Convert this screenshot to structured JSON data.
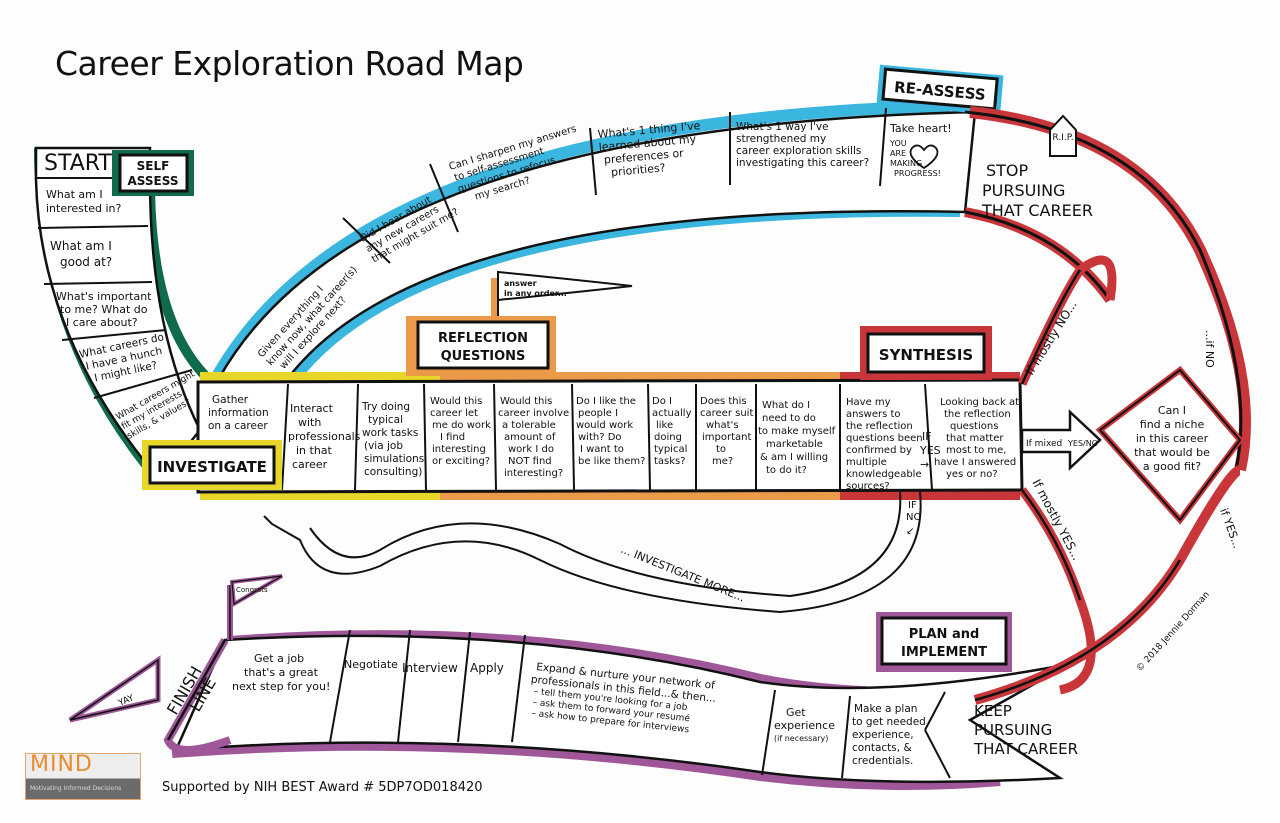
{
  "title": "Career Exploration Road Map",
  "colors": {
    "self_assess": "#0f6b4a",
    "reassess": "#3bb6df",
    "investigate": "#e8d62a",
    "reflection": "#ea9a49",
    "synthesis": "#c8363a",
    "plan": "#a0579a",
    "ink": "#111111"
  },
  "signs": {
    "self_assess": "SELF ASSESS",
    "reassess": "RE-ASSESS",
    "investigate": "INVESTIGATE",
    "reflection": "REFLECTION QUESTIONS",
    "synthesis": "SYNTHESIS",
    "plan": "PLAN and IMPLEMENT",
    "rip": "R.I.P."
  },
  "flags": {
    "reflection": "answer in any order...",
    "congrats": "Congrats",
    "yay": "YAY"
  },
  "self_assess": {
    "start": "START",
    "steps": [
      "What am I interested in?",
      "What am I good at?",
      "What's important to me? What do I care about?",
      "What careers do I have a hunch I might like?",
      "What careers might fit my interests, skills, & values?"
    ]
  },
  "reassess": {
    "steps": [
      "Given everything I know now, what career(s) will I explore next?",
      "Did I hear about any new careers that might suit me?",
      "Can I sharpen my answers to self-assessment questions to refocus my search?",
      "What's 1 thing I've learned about my preferences or priorities?",
      "What's 1 way I've strengthened my career exploration skills investigating this career?",
      "Take heart! You ARE MAKING PROGRESS!"
    ],
    "stop": "STOP PURSUING THAT CAREER"
  },
  "investigate": {
    "steps": [
      "Gather information on a career",
      "Interact with professionals in that career",
      "Try doing typical work tasks (via job simulations, consulting)"
    ]
  },
  "reflection": {
    "steps": [
      "Would this career let me do work I find interesting or exciting?",
      "Would this career involve a tolerable amount of work I do NOT find interesting?",
      "Do I like the people I would work with? Do I want to be like them?",
      "Do I actually like doing typical tasks?",
      "Does this career suit what's important to me?",
      "What do I need to do to make myself marketable & am I willing to do it?"
    ]
  },
  "synthesis": {
    "steps": [
      "Have my answers to the reflection questions been confirmed by multiple knowledgeable sources?",
      "Looking back at the reflection questions that matter most to me, have I answered yes or no?"
    ],
    "if_yes": "IF YES",
    "if_no": "IF NO",
    "if_mostly_no": "If mostly NO...",
    "if_mostly_yes": "If mostly YES...",
    "if_mixed": "If mixed",
    "yes_no": "YES/NO",
    "niche": "Can I find a niche in this career that would be a good fit?",
    "niche_no": "...if NO",
    "niche_yes": "if YES..."
  },
  "investigate_more": "... INVESTIGATE MORE...",
  "plan": {
    "keep": "KEEP PURSUING THAT CAREER",
    "steps": [
      "Make a plan to get needed experience, contacts, & credentials.",
      "Get experience (if necessary)",
      "Expand & nurture your network of professionals in this field...& then... – tell them you're looking for a job – ask them to forward your resumé – ask how to prepare for interviews",
      "Apply",
      "Interview",
      "Negotiate",
      "Get a job that's a great next step for you!"
    ],
    "finish": "FINISH LINE"
  },
  "copyright": "© 2018 Jennie Dorman",
  "logo": {
    "word": "MIND",
    "tagline": "Motivating Informed Decisions"
  },
  "footer": "Supported by NIH BEST Award # 5DP7OD018420"
}
